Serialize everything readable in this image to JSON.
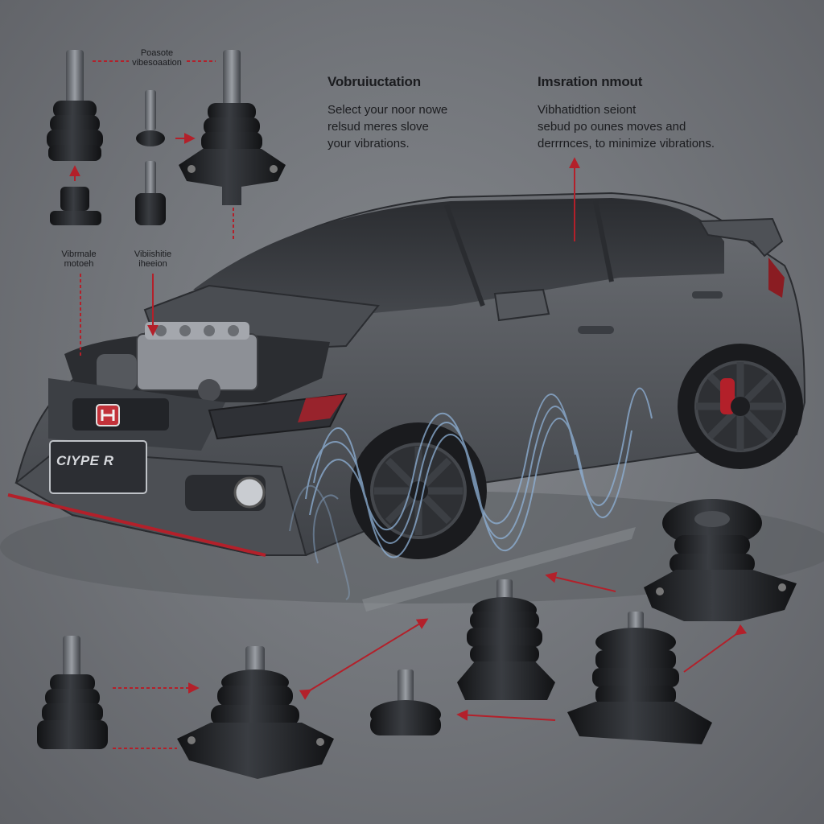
{
  "labels": {
    "top_small": [
      "Poasote",
      "vibesoaation"
    ],
    "left_small_1": [
      "Vibrmale",
      "motoeh"
    ],
    "left_small_2": [
      "Vibiishitie",
      "iheeion"
    ]
  },
  "callouts": [
    {
      "heading": "Vobruiuctation",
      "lines": [
        "Select your noor nowe",
        "relsud meres slove",
        "your vibrations."
      ]
    },
    {
      "heading": "Imsration nmout",
      "lines": [
        "Vibhatidtion seiont",
        "sebud po ounes moves and",
        "derrrnces, to minimize vibrations."
      ]
    }
  ],
  "car": {
    "badge": "CIYPE R",
    "body_color": "#5b5e63",
    "accent_red": "#b3202a"
  },
  "colors": {
    "background": "#74777c",
    "mount_rubber": "#1d1f22",
    "arrow": "#b3202a",
    "wave": "#8fb2d8"
  }
}
